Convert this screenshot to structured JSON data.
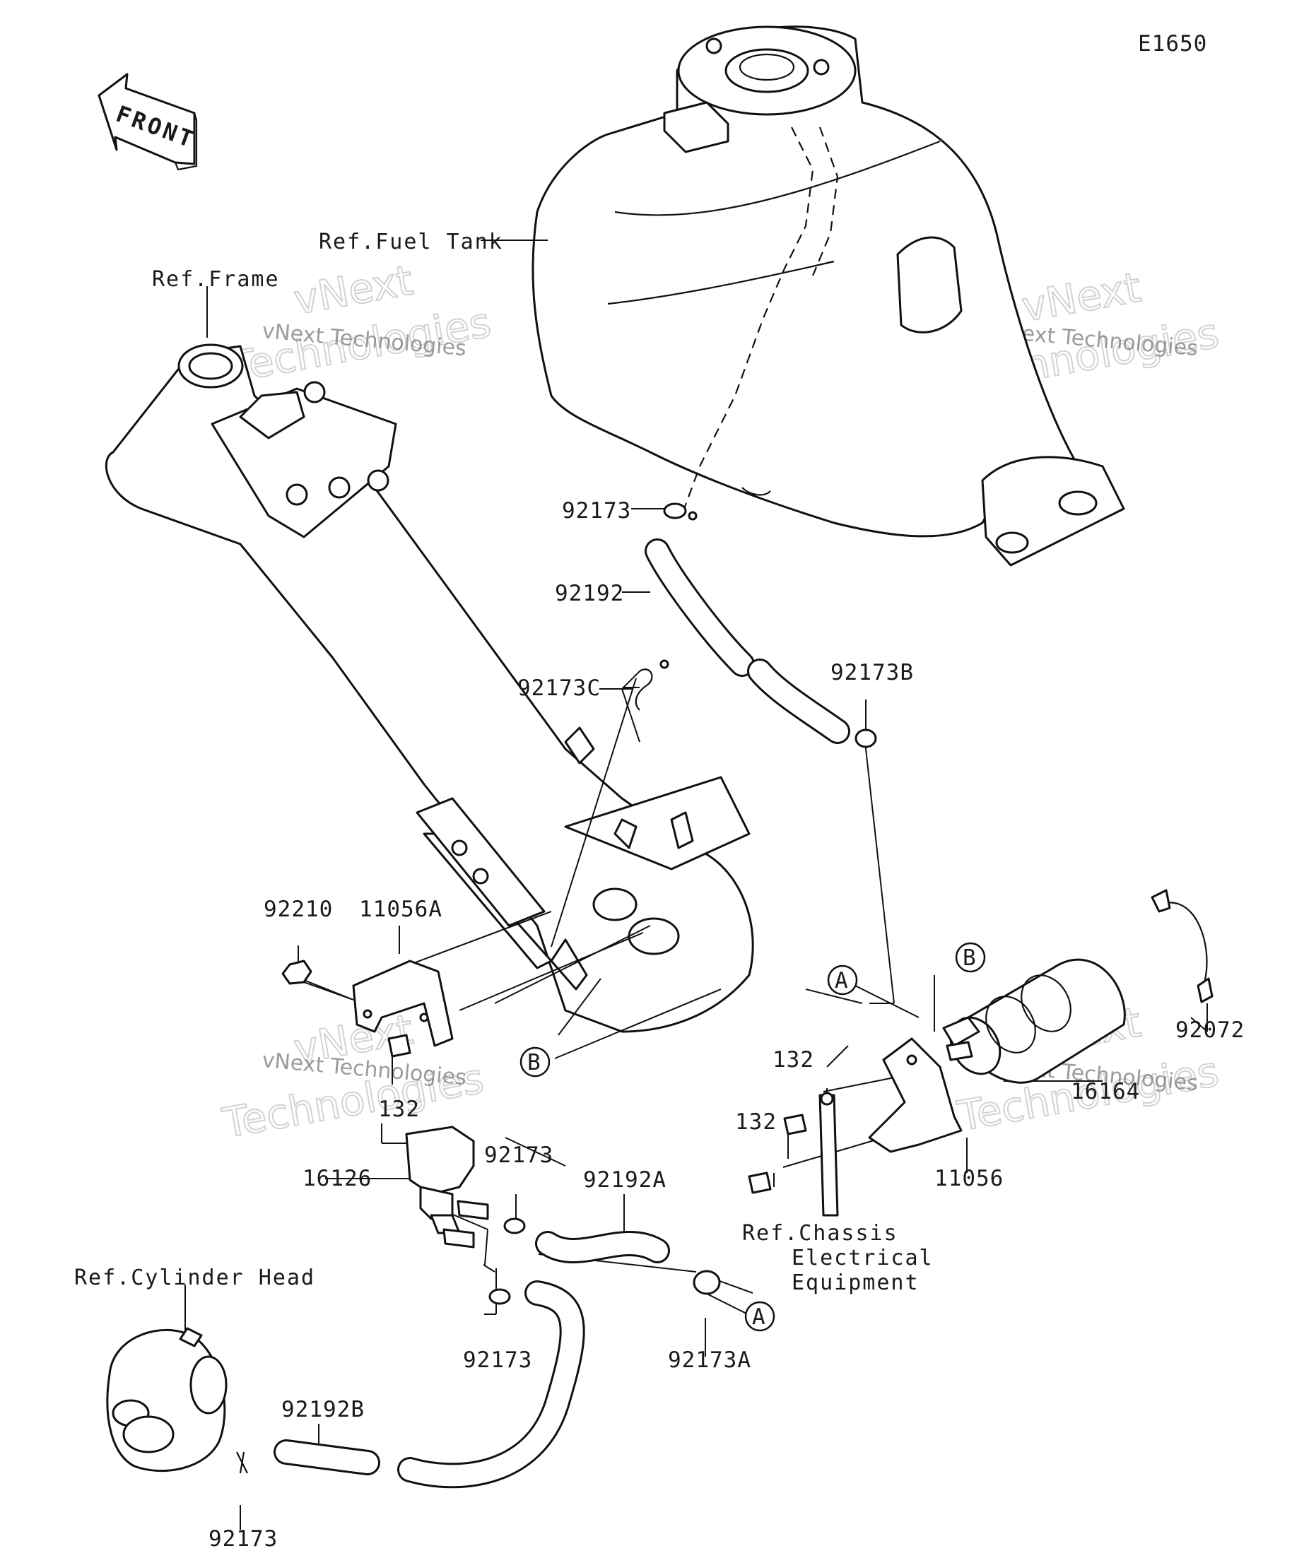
{
  "diagram": {
    "figure_code": "E1650",
    "front_arrow": "FRONT",
    "refs": {
      "fuel_tank": "Ref.Fuel Tank",
      "frame": "Ref.Frame",
      "cylinder_head": "Ref.Cylinder Head",
      "chassis_line1": "Ref.Chassis",
      "chassis_line2": "Electrical",
      "chassis_line3": "Equipment"
    },
    "labels": {
      "clamp_top": "92173",
      "hose_top": "92192",
      "clamp_c": "92173C",
      "clamp_b": "92173B",
      "nut": "92210",
      "bracket_a": "11056A",
      "bolt_left": "132",
      "valve": "16126",
      "clamp_mid1": "92173",
      "hose_a": "92192A",
      "clamp_mid2": "92173",
      "clamp_a": "92173A",
      "hose_b": "92192B",
      "clamp_bottom": "92173",
      "bolt_right1": "132",
      "bolt_right2": "132",
      "bracket": "11056",
      "canister": "16164",
      "band": "92072"
    },
    "callouts": {
      "a1": "A",
      "a2": "A",
      "b1": "B",
      "b2": "B"
    },
    "watermark": {
      "brand": "vNext",
      "sub": "Technologies",
      "caption": "vNext Technologies"
    }
  }
}
